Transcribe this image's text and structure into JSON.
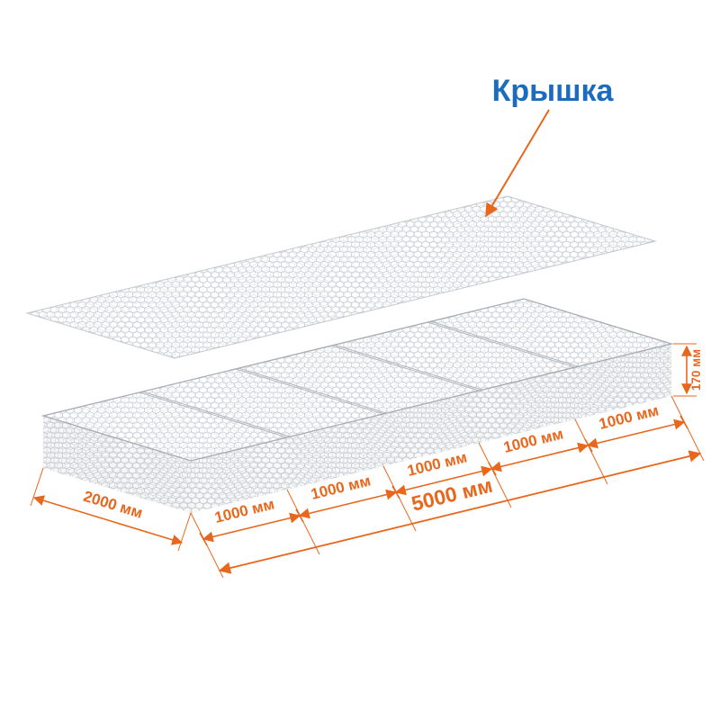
{
  "colors": {
    "dimension": "#e8671c",
    "label": "#1b6cbe",
    "mesh": "#c3c9cf",
    "edge": "#a6acb2"
  },
  "callout": {
    "lid_label": "Крышка"
  },
  "dimensions": {
    "width": "2000 мм",
    "total_length": "5000 мм",
    "height": "170 мм",
    "segments": [
      "1000 мм",
      "1000 мм",
      "1000 мм",
      "1000 мм",
      "1000 мм"
    ]
  }
}
